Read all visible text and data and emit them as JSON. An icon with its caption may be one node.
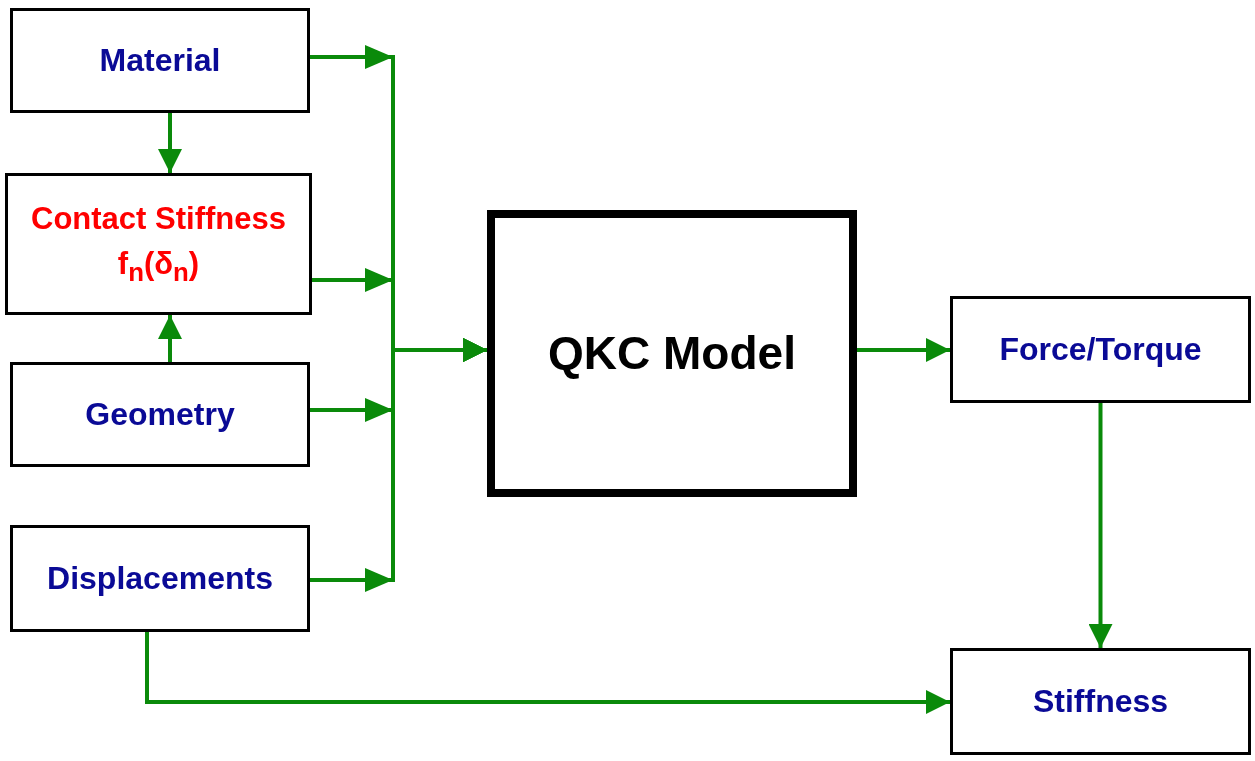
{
  "diagram": {
    "nodes": [
      {
        "text": [
          "Material"
        ]
      },
      {
        "text": [
          "Contact Stiffness",
          "f$_{n}$(δ$_{n}$)"
        ]
      },
      {
        "text": [
          "Geometry"
        ]
      },
      {
        "text": [
          "Displacements"
        ]
      },
      {
        "text": [
          "QKC Model"
        ]
      },
      {
        "text": [
          "Force/Torque"
        ]
      },
      {
        "text": [
          "Stiffness"
        ]
      }
    ],
    "edges": [
      {
        "from": 0,
        "to": 1,
        "arrow": "to"
      },
      {
        "from": 2,
        "to": 1,
        "arrow": "to"
      },
      {
        "from": 0,
        "to": 4,
        "arrow": "to"
      },
      {
        "from": 1,
        "to": 4,
        "arrow": "to"
      },
      {
        "from": 2,
        "to": 4,
        "arrow": "to"
      },
      {
        "from": 3,
        "to": 4,
        "arrow": "to"
      },
      {
        "from": 4,
        "to": 5,
        "arrow": "to"
      },
      {
        "from": 5,
        "to": 6,
        "arrow": "to"
      },
      {
        "from": 3,
        "to": 6,
        "arrow": "to"
      }
    ]
  }
}
